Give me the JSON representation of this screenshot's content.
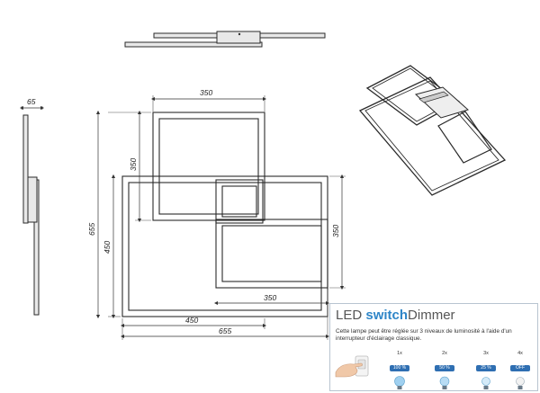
{
  "dimensions": {
    "top_width": "350",
    "top_height": "350",
    "right_height": "350",
    "inner_width": "350",
    "big_width": "450",
    "big_height": "450",
    "total_width": "655",
    "total_height": "655",
    "depth": "65"
  },
  "led_panel": {
    "title_prefix": "LED ",
    "title_mid": "switch",
    "title_suffix": "Dimmer",
    "description": "Cette lampe peut être réglée sur 3 niveaux de luminosité à l'aide d'un interrupteur d'éclairage classique.",
    "levels": [
      {
        "count": "1x",
        "percent": "100 %",
        "level": 1.0
      },
      {
        "count": "2x",
        "percent": "50 %",
        "level": 0.5
      },
      {
        "count": "3x",
        "percent": "25 %",
        "level": 0.25
      },
      {
        "count": "4x",
        "percent": "OFF",
        "level": 0.0
      }
    ],
    "colors": {
      "accent": "#2f86c8",
      "badge": "#2f6fb2",
      "bulb": "#9fd0f0"
    }
  }
}
